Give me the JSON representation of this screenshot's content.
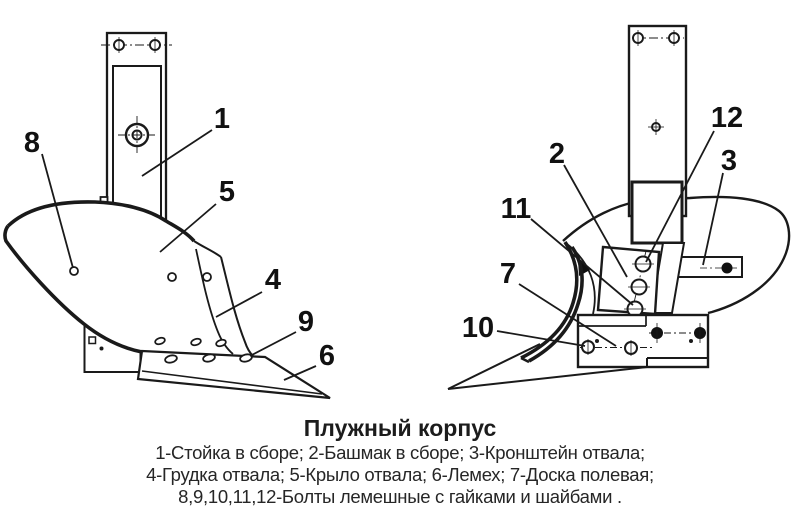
{
  "figure": {
    "title": "Плужный корпус",
    "caption": [
      "1-Стойка в сборе; 2-Башмак в сборе; 3-Кронштейн отвала;",
      "4-Грудка отвала; 5-Крыло отвала; 6-Лемех; 7-Доска полевая;",
      "8,9,10,11,12-Болты лемешные с гайками и шайбами ."
    ],
    "callouts": {
      "c1": "1",
      "c2": "2",
      "c3": "3",
      "c4": "4",
      "c5": "5",
      "c6": "6",
      "c7": "7",
      "c8": "8",
      "c9": "9",
      "c10": "10",
      "c11": "11",
      "c12": "12"
    }
  }
}
